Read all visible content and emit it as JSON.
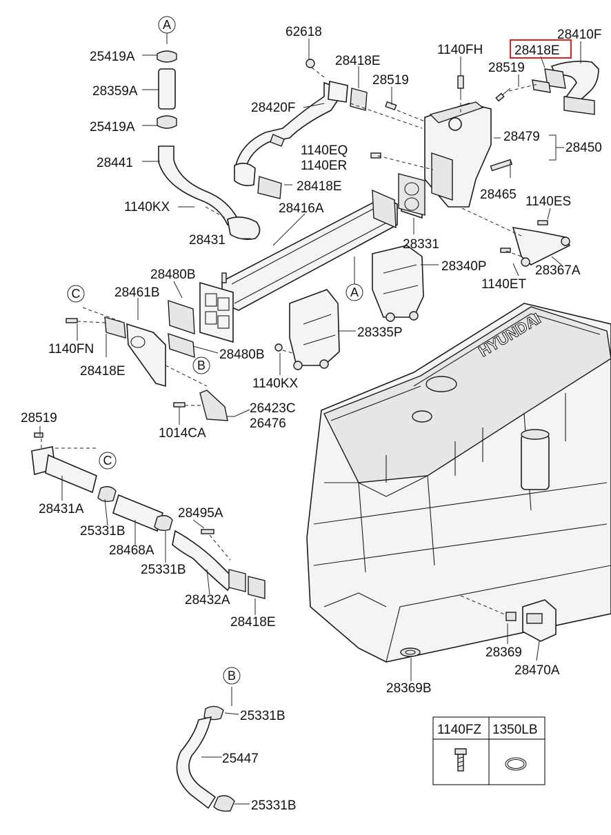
{
  "callouts": {
    "A_top": "A",
    "A_mid": "A",
    "B_mid": "B",
    "B_bottom": "B",
    "C_left": "C",
    "C_mid": "C"
  },
  "labels": {
    "p25419A_1": "25419A",
    "p28359A": "28359A",
    "p25419A_2": "25419A",
    "p28441": "28441",
    "p62618": "62618",
    "p28418E_top": "28418E",
    "p28519_top": "28519",
    "p28420F": "28420F",
    "p1140FH": "1140FH",
    "p28418E_highlight": "28418E",
    "p28410F": "28410F",
    "p28519_right": "28519",
    "p28479": "28479",
    "p28450": "28450",
    "p1140EQ": "1140EQ",
    "p1140ER": "1140ER",
    "p28418E_mid": "28418E",
    "p28465": "28465",
    "p1140KX_top": "1140KX",
    "p28416A": "28416A",
    "p1140ES": "1140ES",
    "p28431": "28431",
    "p28331": "28331",
    "p28367A": "28367A",
    "p28340P": "28340P",
    "p1140ET": "1140ET",
    "p28480B_top": "28480B",
    "p28461B": "28461B",
    "p1140FN": "1140FN",
    "p28335P": "28335P",
    "p28480B_bot": "28480B",
    "p28418E_left": "28418E",
    "p1140KX_mid": "1140KX",
    "p26423C": "26423C",
    "p26476": "26476",
    "p1014CA": "1014CA",
    "p28519_left": "28519",
    "p28431A": "28431A",
    "p25331B_1": "25331B",
    "p28468A": "28468A",
    "p28495A": "28495A",
    "p25331B_2": "25331B",
    "p28432A": "28432A",
    "p28418E_low": "28418E",
    "p28369": "28369",
    "p28470A": "28470A",
    "p28369B": "28369B",
    "p25331B_3": "25331B",
    "p25447": "25447",
    "p25331B_4": "25331B"
  },
  "engine_brand": "HYUNDAI",
  "legend_table": {
    "col1": "1140FZ",
    "col2": "1350LB"
  },
  "highlight_color": "#e0201c"
}
